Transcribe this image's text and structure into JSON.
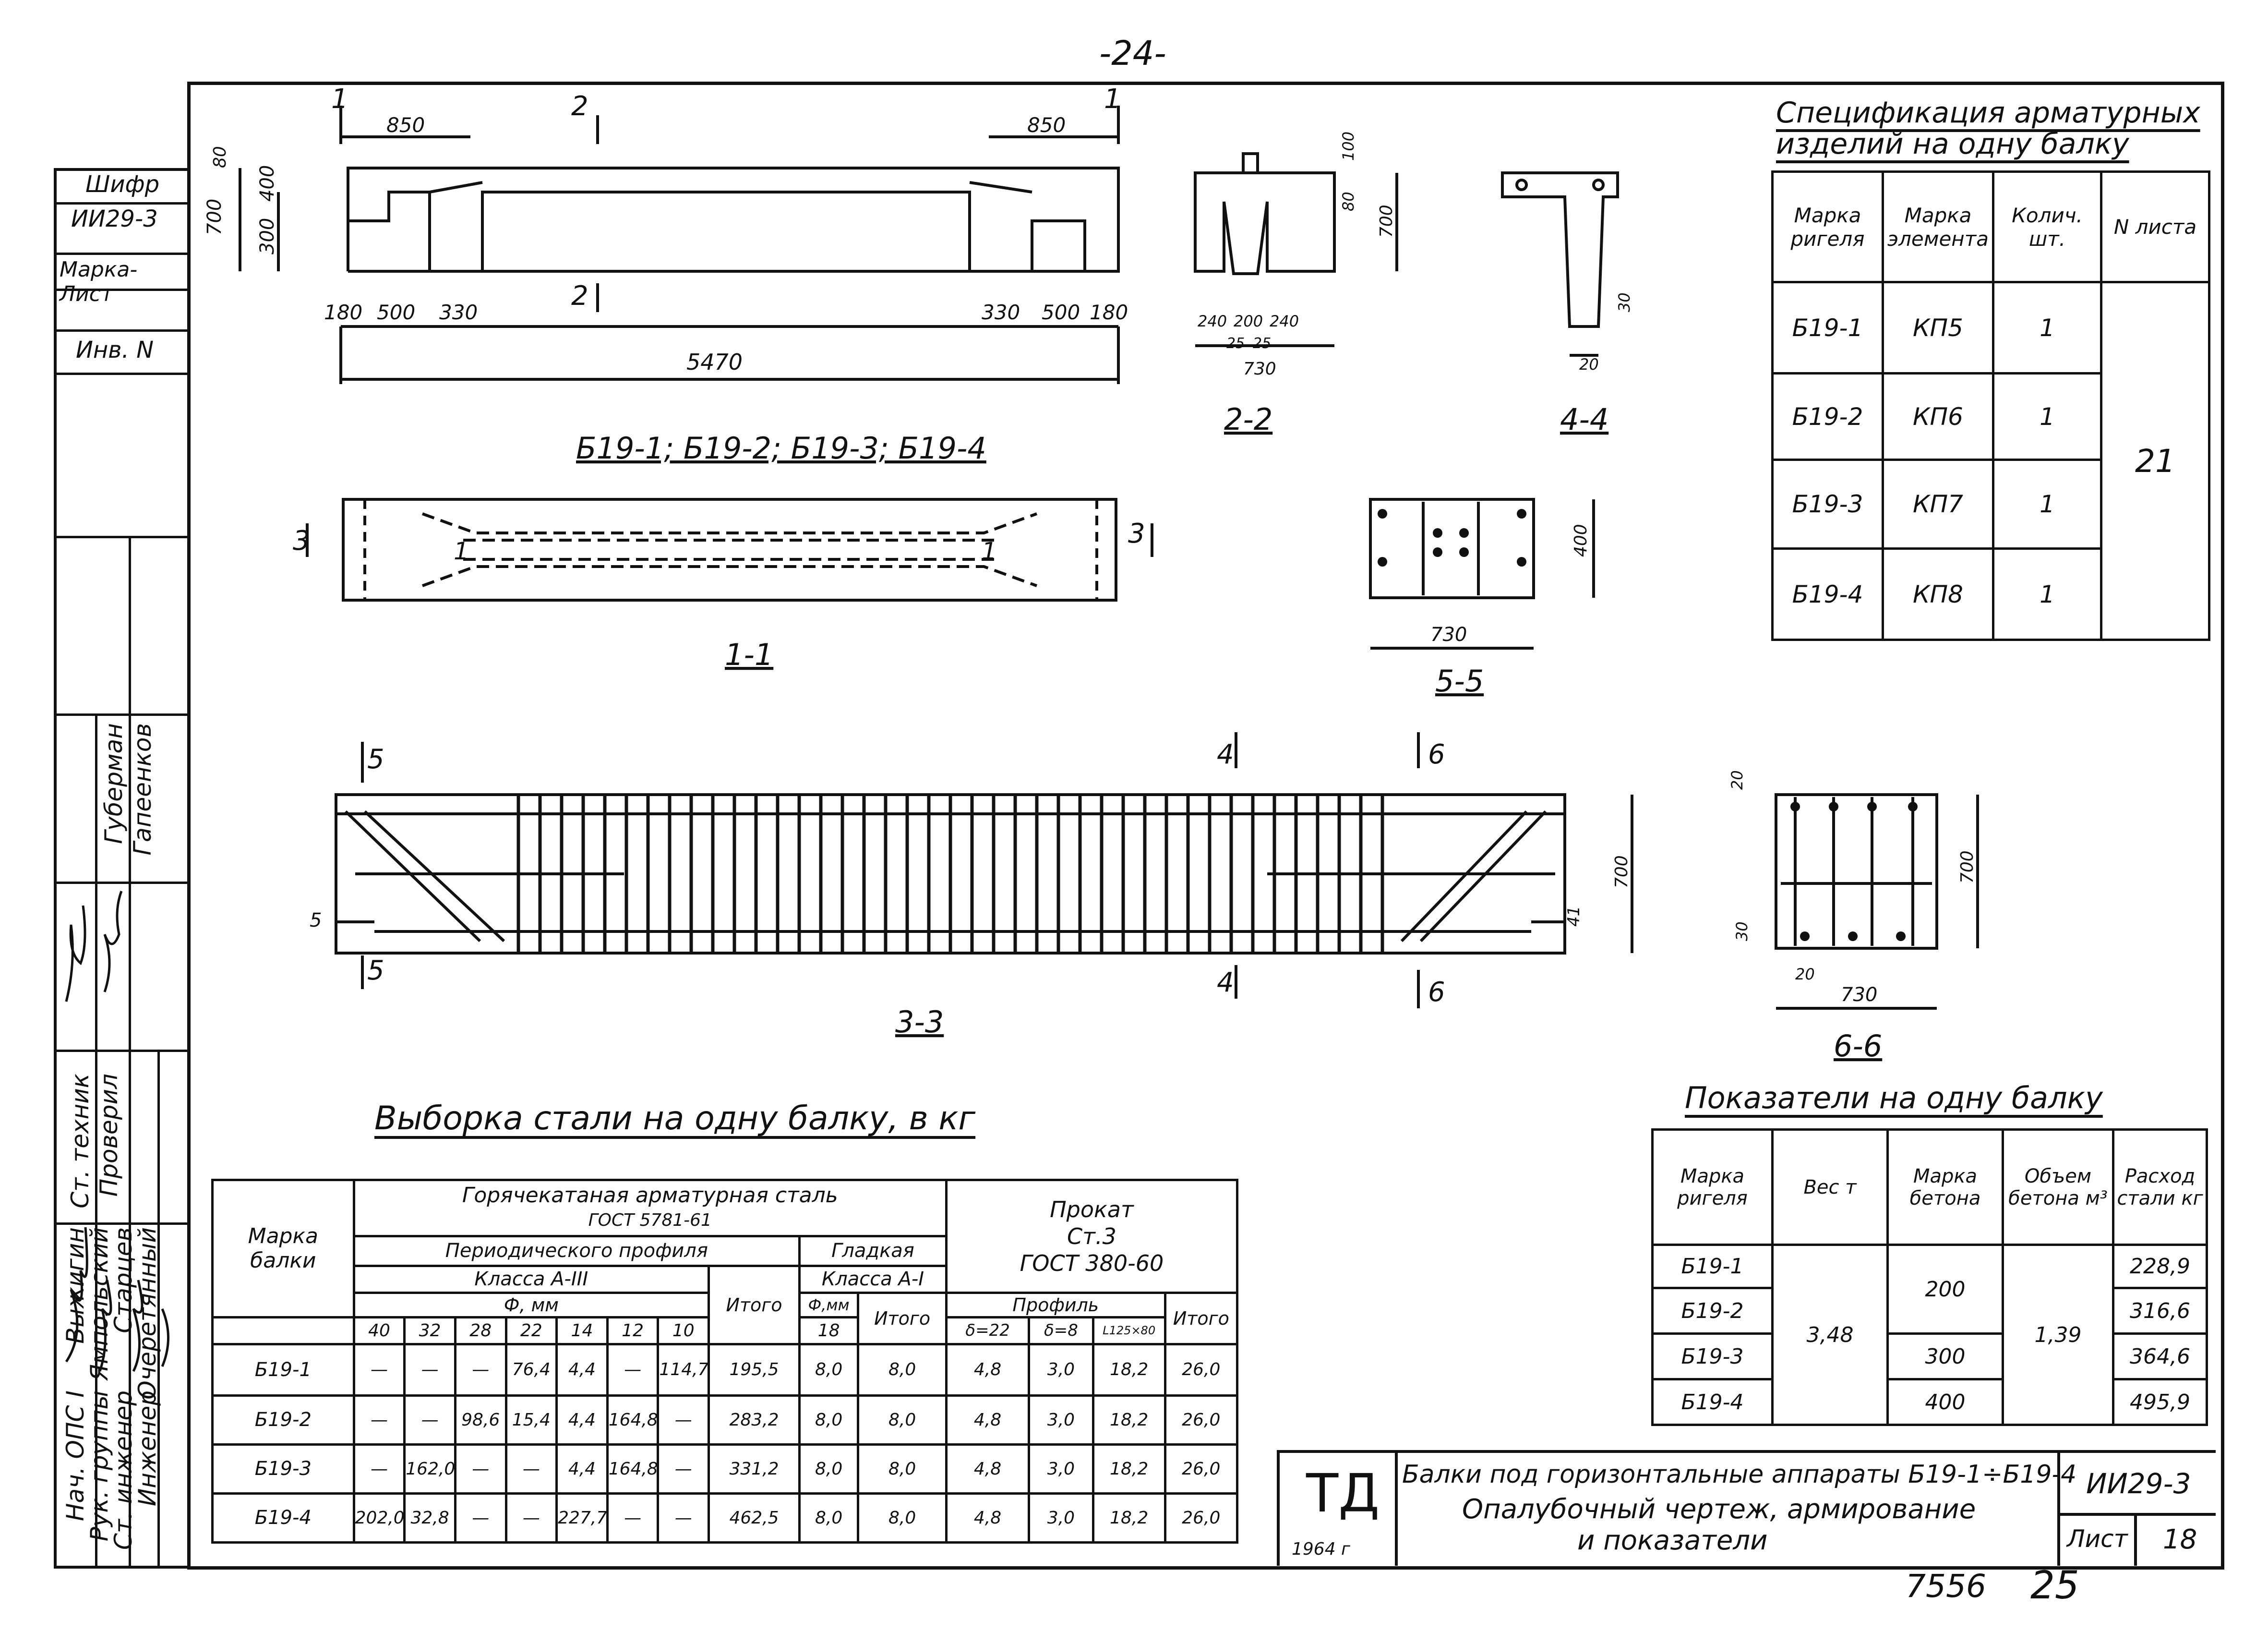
{
  "page_number_top": "-24-",
  "stamp_number": "7556",
  "sheet_number_bottom": "25",
  "side_block": {
    "shifr_label": "Шифр",
    "shifr_value": "ИИ29-3",
    "marka_list": "Марка-Лист",
    "inv_label": "Инв. N",
    "roles": [
      "Нач. ОПС I",
      "Рук. группы",
      "Ст. инженер",
      "Инженер",
      "Ст. техник",
      "Проверил"
    ],
    "names": [
      "Выжигин",
      "Ямпольский",
      "Старцев",
      "Очеретянный",
      "Губерман",
      "Гапеенков"
    ]
  },
  "drawing": {
    "beam_title": "Б19-1; Б19-2; Б19-3; Б19-4",
    "dims_elevation": [
      "850",
      "850",
      "700",
      "400",
      "300",
      "80",
      "180",
      "500",
      "330",
      "330",
      "500",
      "180",
      "5470"
    ],
    "section_marks": [
      "1",
      "2",
      "1",
      "2",
      "3",
      "3",
      "4",
      "4",
      "5",
      "5",
      "6",
      "6"
    ],
    "sections": {
      "s22": "2-2",
      "s44": "4-4",
      "s11": "1-1",
      "s55": "5-5",
      "s33": "3-3",
      "s66": "6-6"
    },
    "dims_22": [
      "100",
      "80",
      "700",
      "240",
      "200",
      "240",
      "25",
      "25",
      "730"
    ],
    "dims_44": [
      "30",
      "20"
    ],
    "dims_55": [
      "400",
      "730"
    ],
    "dims_33": [
      "700",
      "5",
      "41"
    ],
    "dims_66": [
      "20",
      "700",
      "30",
      "20",
      "730"
    ],
    "mark_11": [
      "1",
      "1"
    ]
  },
  "spec": {
    "title_line1": "Спецификация арматурных",
    "title_line2": "изделий на одну балку",
    "headers": [
      "Марка ригеля",
      "Марка элемента",
      "Колич. шт.",
      "N листа"
    ],
    "rows": [
      [
        "Б19-1",
        "КП5",
        "1"
      ],
      [
        "Б19-2",
        "КП6",
        "1"
      ],
      [
        "Б19-3",
        "КП7",
        "1"
      ],
      [
        "Б19-4",
        "КП8",
        "1"
      ]
    ],
    "sheet": "21"
  },
  "indicators": {
    "title": "Показатели на одну балку",
    "headers": [
      "Марка ригеля",
      "Вес т",
      "Марка бетона",
      "Объем бетона м³",
      "Расход стали кг"
    ],
    "marks": [
      "Б19-1",
      "Б19-2",
      "Б19-3",
      "Б19-4"
    ],
    "weight": "3,48",
    "concrete": [
      "200",
      "300",
      "400"
    ],
    "volume": "1,39",
    "steel": [
      "228,9",
      "316,6",
      "364,6",
      "495,9"
    ]
  },
  "steel": {
    "title": "Выборка стали на одну балку, в кг",
    "h_mark": "Марка балки",
    "h_hot": "Горячекатаная арматурная сталь",
    "h_gost1": "ГОСТ 5781-61",
    "h_periodic": "Периодического профиля",
    "h_smooth": "Гладкая",
    "h_class3": "Класса А-III",
    "h_class1": "Класса А-I",
    "h_dia": "Ф, мм",
    "h_dia2": "Ф,мм",
    "h_total": "Итого",
    "h_rolled": "Прокат",
    "h_st3": "Ст.3",
    "h_gost2": "ГОСТ 380-60",
    "h_profile": "Профиль",
    "diameters": [
      "40",
      "32",
      "28",
      "22",
      "14",
      "12",
      "10"
    ],
    "smooth_dia": "18",
    "profiles": [
      "δ=22",
      "δ=8",
      "L125×80"
    ],
    "rows": [
      [
        "Б19-1",
        "—",
        "—",
        "—",
        "76,4",
        "4,4",
        "—",
        "114,7",
        "195,5",
        "8,0",
        "8,0",
        "4,8",
        "3,0",
        "18,2",
        "26,0"
      ],
      [
        "Б19-2",
        "—",
        "—",
        "98,6",
        "15,4",
        "4,4",
        "164,8",
        "—",
        "283,2",
        "8,0",
        "8,0",
        "4,8",
        "3,0",
        "18,2",
        "26,0"
      ],
      [
        "Б19-3",
        "—",
        "162,0",
        "—",
        "—",
        "4,4",
        "164,8",
        "—",
        "331,2",
        "8,0",
        "8,0",
        "4,8",
        "3,0",
        "18,2",
        "26,0"
      ],
      [
        "Б19-4",
        "202,0",
        "32,8",
        "—",
        "—",
        "227,7",
        "—",
        "—",
        "462,5",
        "8,0",
        "8,0",
        "4,8",
        "3,0",
        "18,2",
        "26,0"
      ]
    ]
  },
  "title_block": {
    "logo": "ТД",
    "year": "1964 г",
    "line1": "Балки под горизонтальные аппараты Б19-1÷Б19-4",
    "line2": "Опалубочный чертеж, армирование",
    "line3": "и показатели",
    "code": "ИИ29-3",
    "sheet_label": "Лист",
    "sheet_value": "18"
  }
}
